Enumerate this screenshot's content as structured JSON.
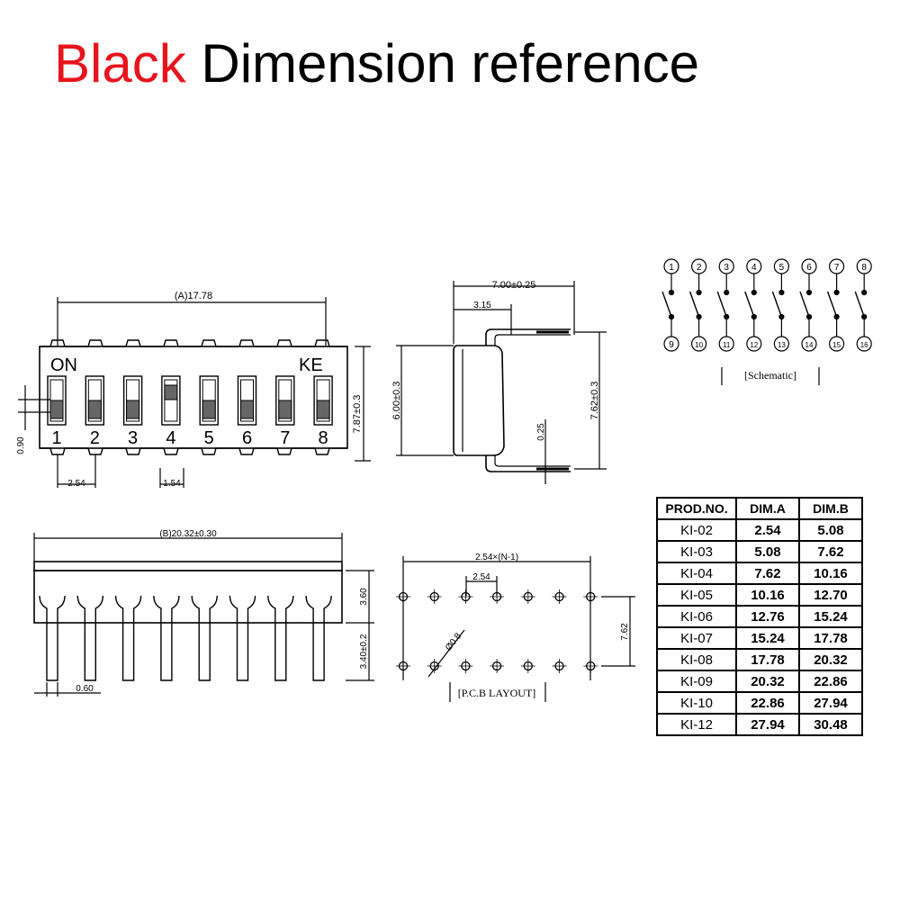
{
  "title": {
    "red": "Black",
    "black": " Dimension reference"
  },
  "colors": {
    "title_red": "#e8141c",
    "ink": "#000000"
  },
  "top_view": {
    "on_label": "ON",
    "brand_label": "KE",
    "switch_numbers": [
      "1",
      "2",
      "3",
      "4",
      "5",
      "6",
      "7",
      "8"
    ],
    "switch_states": [
      1,
      1,
      1,
      0,
      1,
      1,
      1,
      1
    ],
    "dim_a": "(A)17.78",
    "height": "7.87±0.3",
    "thickness": "0.90",
    "pitch": "2.54",
    "actuator": "1.54"
  },
  "side_view": {
    "width_total": "7.00±0.25",
    "offset": "3.15",
    "body_height": "6.00±0.3",
    "pin_span": "7.62±0.3",
    "pin_thickness": "0.25"
  },
  "schematic": {
    "top_pins": [
      "1",
      "2",
      "3",
      "4",
      "5",
      "6",
      "7",
      "8"
    ],
    "bottom_pins": [
      "9",
      "10",
      "11",
      "12",
      "13",
      "14",
      "15",
      "16"
    ],
    "caption": "[Schematic]"
  },
  "front_view": {
    "dim_b": "(B)20.32±0.30",
    "body": "3.60",
    "pin_len": "3.40±0.2",
    "pin_width": "0.60"
  },
  "pcb_layout": {
    "span": "2.54×(N-1)",
    "pitch": "2.54",
    "hole": "Ø0.8",
    "row_spacing": "7.62",
    "caption": "[P.C.B LAYOUT]"
  },
  "table": {
    "headers": [
      "PROD.NO.",
      "DIM.A",
      "DIM.B"
    ],
    "rows": [
      [
        "KI-02",
        "2.54",
        "5.08"
      ],
      [
        "KI-03",
        "5.08",
        "7.62"
      ],
      [
        "KI-04",
        "7.62",
        "10.16"
      ],
      [
        "KI-05",
        "10.16",
        "12.70"
      ],
      [
        "KI-06",
        "12.76",
        "15.24"
      ],
      [
        "KI-07",
        "15.24",
        "17.78"
      ],
      [
        "KI-08",
        "17.78",
        "20.32"
      ],
      [
        "KI-09",
        "20.32",
        "22.86"
      ],
      [
        "KI-10",
        "22.86",
        "27.94"
      ],
      [
        "KI-12",
        "27.94",
        "30.48"
      ]
    ]
  }
}
